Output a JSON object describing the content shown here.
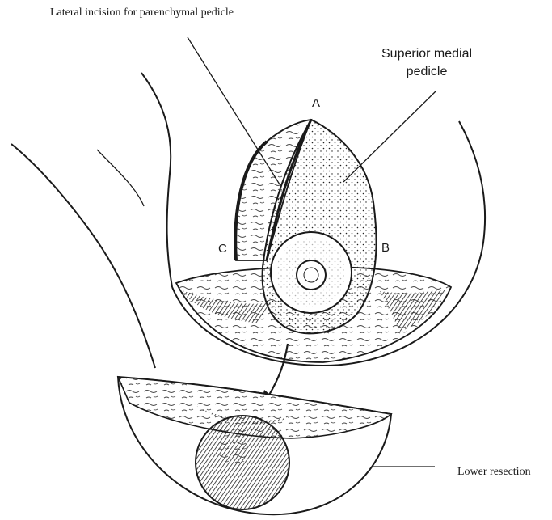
{
  "labels": {
    "lateral_incision": "Lateral incision for parenchymal pedicle",
    "superior_medial_line1": "Superior medial",
    "superior_medial_line2": "pedicle",
    "lower_resection": "Lower resection",
    "point_a": "A",
    "point_b": "B",
    "point_c": "C"
  },
  "colors": {
    "ink": "#1a1a1a",
    "paper": "#ffffff",
    "tissue_fill": "#f4f4f4",
    "dark_hatch": "#2a2a2a"
  }
}
